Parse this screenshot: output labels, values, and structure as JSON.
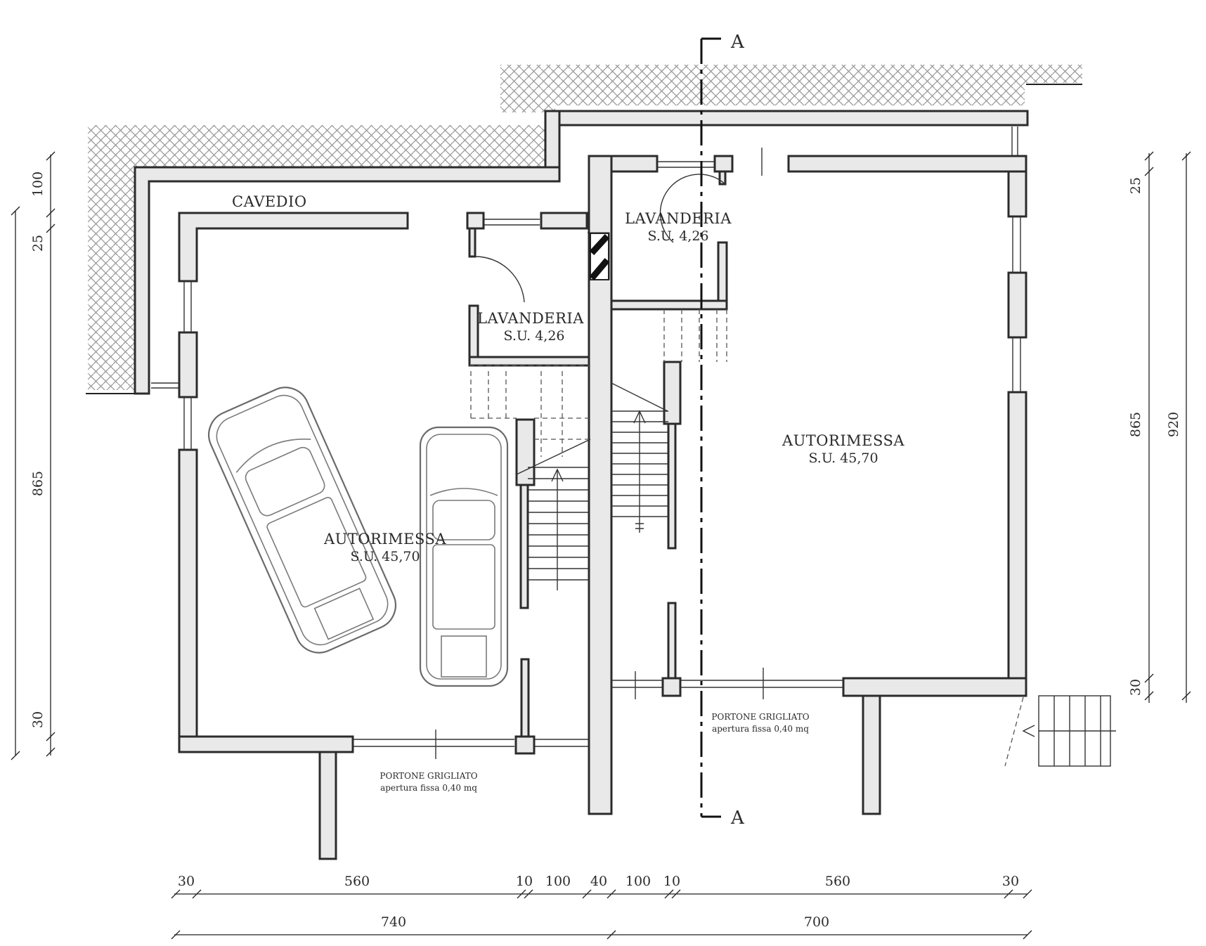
{
  "labels": {
    "cavedio": "CAVEDIO",
    "laundry_left_name": "LAVANDERIA",
    "laundry_left_area": "S.U. 4,26",
    "laundry_right_name": "LAVANDERIA",
    "laundry_right_area": "S.U. 4,26",
    "garage_left_name": "AUTORIMESSA",
    "garage_left_area": "S.U. 45,70",
    "garage_right_name": "AUTORIMESSA",
    "garage_right_area": "S.U. 45,70",
    "door_left_title": "PORTONE GRIGLIATO",
    "door_left_note": "apertura fissa 0,40 mq",
    "door_right_title": "PORTONE GRIGLIATO",
    "door_right_note": "apertura fissa 0,40 mq",
    "section_top": "A",
    "section_bottom": "A"
  },
  "dims_bottom_row1": [
    "30",
    "560",
    "10",
    "100",
    "40",
    "100",
    "10",
    "560",
    "30"
  ],
  "dims_bottom_row2": [
    "740",
    "700"
  ],
  "dims_left": [
    "100",
    "25",
    "865",
    "30"
  ],
  "dims_right_inner": [
    "25",
    "865",
    "30"
  ],
  "dims_right_outer": "920"
}
